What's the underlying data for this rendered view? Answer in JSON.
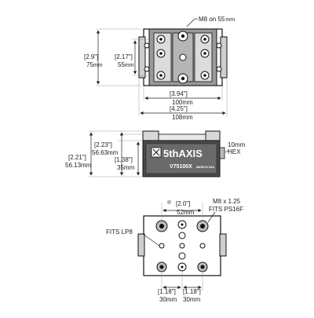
{
  "top_view": {
    "thread_note": "M8 on 55",
    "thread_unit": "mm",
    "height_in": "[2.9\"]",
    "height_mm": "75",
    "height_unit": "mm",
    "hole_pitch_in": "[2.17\"]",
    "hole_pitch_mm": "55",
    "hole_pitch_unit": "mm",
    "body_width_in": "[3.94\"]",
    "body_width_mm": "100mm",
    "overall_width_in": "[4.25\"]",
    "overall_width_mm": "108mm"
  },
  "side_view": {
    "overall_height_in": "[2.23\"]",
    "overall_height_mm": "56.63mm",
    "clamp_height_in": "[2.21\"]",
    "clamp_height_mm": "56.13mm",
    "base_height_in": "[1.38\"]",
    "base_height_mm": "35mm",
    "hex_note_size": "10mm",
    "hex_note_type": "HEX",
    "logo_text": "5thAXIS",
    "model": "V75100X",
    "small_mark": "MADE IN USA"
  },
  "bottom_view": {
    "center_in": "[2.0\"]",
    "center_mm": "52mm",
    "thread_note": "M8 x 1.25",
    "fits_note": "FITS PS16F",
    "fits_left": "FITS LP8",
    "left_in": "[1.18\"]",
    "left_mm": "30mm",
    "right_in": "[1.18\"]",
    "right_mm": "30mm"
  }
}
